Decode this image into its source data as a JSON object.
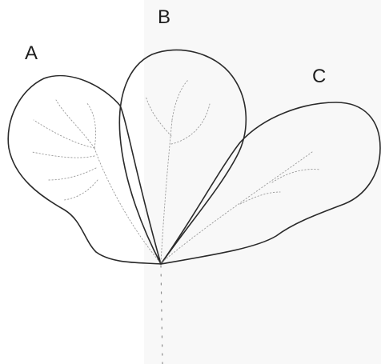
{
  "labels": {
    "a": "A",
    "b": "B",
    "c": "C"
  },
  "colors": {
    "outline": "#2a2a2a",
    "vein": "#9a9a9a",
    "background": "#ffffff"
  }
}
